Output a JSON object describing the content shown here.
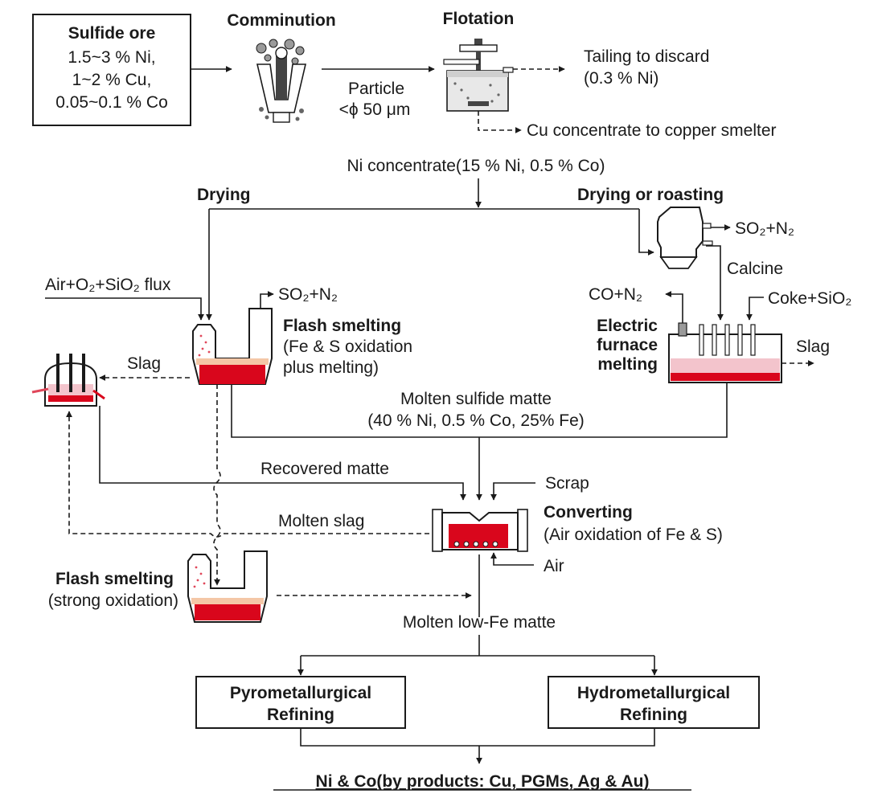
{
  "ore": {
    "title": "Sulfide ore",
    "line1": "1.5~3 % Ni,",
    "line2": "1~2 % Cu,",
    "line3": "0.05~0.1 % Co"
  },
  "comminution": {
    "title": "Comminution",
    "particle": "Particle",
    "size": "<ϕ 50 μm"
  },
  "flotation": {
    "title": "Flotation",
    "tailing": "Tailing to discard",
    "tailing_grade": "(0.3 % Ni)",
    "cu_concentrate": "Cu concentrate to copper smelter",
    "ni_concentrate": "Ni concentrate(15 % Ni, 0.5 % Co)"
  },
  "drying": {
    "left": "Drying",
    "right": "Drying or roasting",
    "roaster_gas": "SO₂+N₂",
    "calcine": "Calcine"
  },
  "flash_smelting": {
    "feed": "Air+O₂+SiO₂ flux",
    "gas": "SO₂+N₂",
    "title": "Flash smelting",
    "line1": "(Fe & S oxidation",
    "line2": "plus melting)",
    "slag": "Slag"
  },
  "electric_furnace": {
    "gas": "CO+N₂",
    "feed": "Coke+SiO₂",
    "title1": "Electric",
    "title2": "furnace",
    "title3": "melting",
    "slag": "Slag"
  },
  "matte": {
    "line1": "Molten sulfide matte",
    "line2": "(40 % Ni, 0.5 % Co, 25% Fe)"
  },
  "converting": {
    "recovered": "Recovered matte",
    "scrap": "Scrap",
    "title": "Converting",
    "subtitle": "(Air oxidation of Fe & S)",
    "molten_slag": "Molten slag",
    "air": "Air"
  },
  "flash2": {
    "title": "Flash smelting",
    "subtitle": "(strong oxidation)"
  },
  "low_fe": {
    "label": "Molten low-Fe matte"
  },
  "refining": {
    "pyro1": "Pyrometallurgical",
    "pyro2": "Refining",
    "hydro1": "Hydrometallurgical",
    "hydro2": "Refining"
  },
  "product": {
    "label": "Ni & Co(by products: Cu, PGMs, Ag & Au)"
  },
  "colors": {
    "melt": "#d9061c",
    "slag_layer": "#f4c7a7",
    "pink": "#f3c4cc",
    "dots": "#e0475a"
  }
}
